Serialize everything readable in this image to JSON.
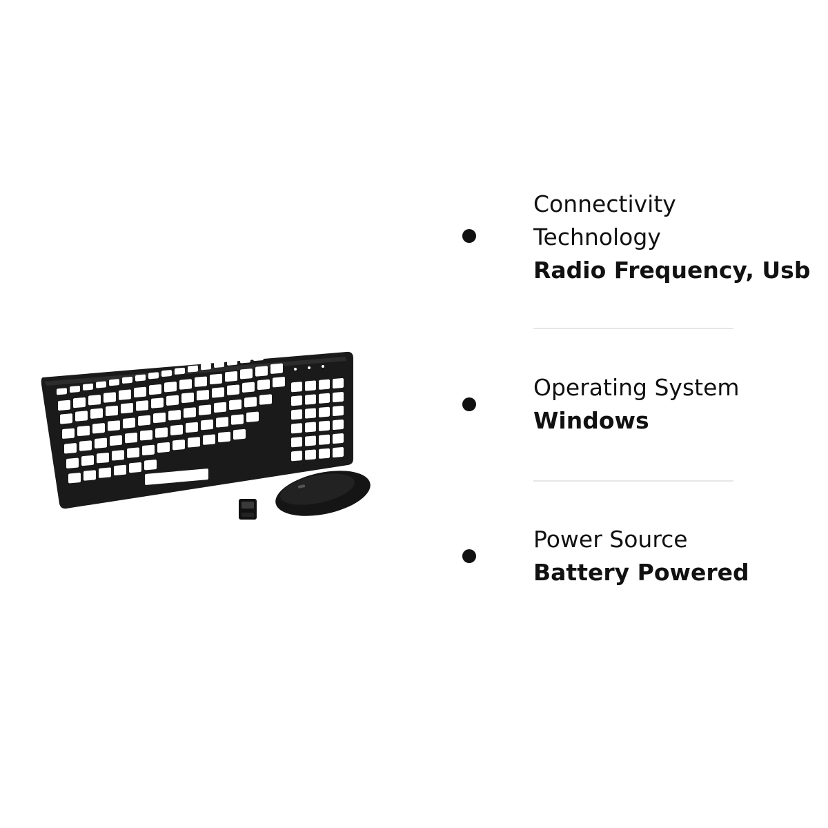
{
  "product": {
    "image_description_icon": "keyboard-mouse-combo-icon",
    "image_alt": "Wireless keyboard and mouse combo with USB receiver"
  },
  "specs": [
    {
      "label": "Connectivity Technology",
      "value": "Radio Frequency, Usb"
    },
    {
      "label": "Operating System",
      "value": "Windows"
    },
    {
      "label": "Power Source",
      "value": "Battery Powered"
    }
  ],
  "colors": {
    "text": "#111111",
    "divider": "#e6e6e6",
    "keyboard_body": "#1a1a1a",
    "key_face": "#ffffff"
  }
}
